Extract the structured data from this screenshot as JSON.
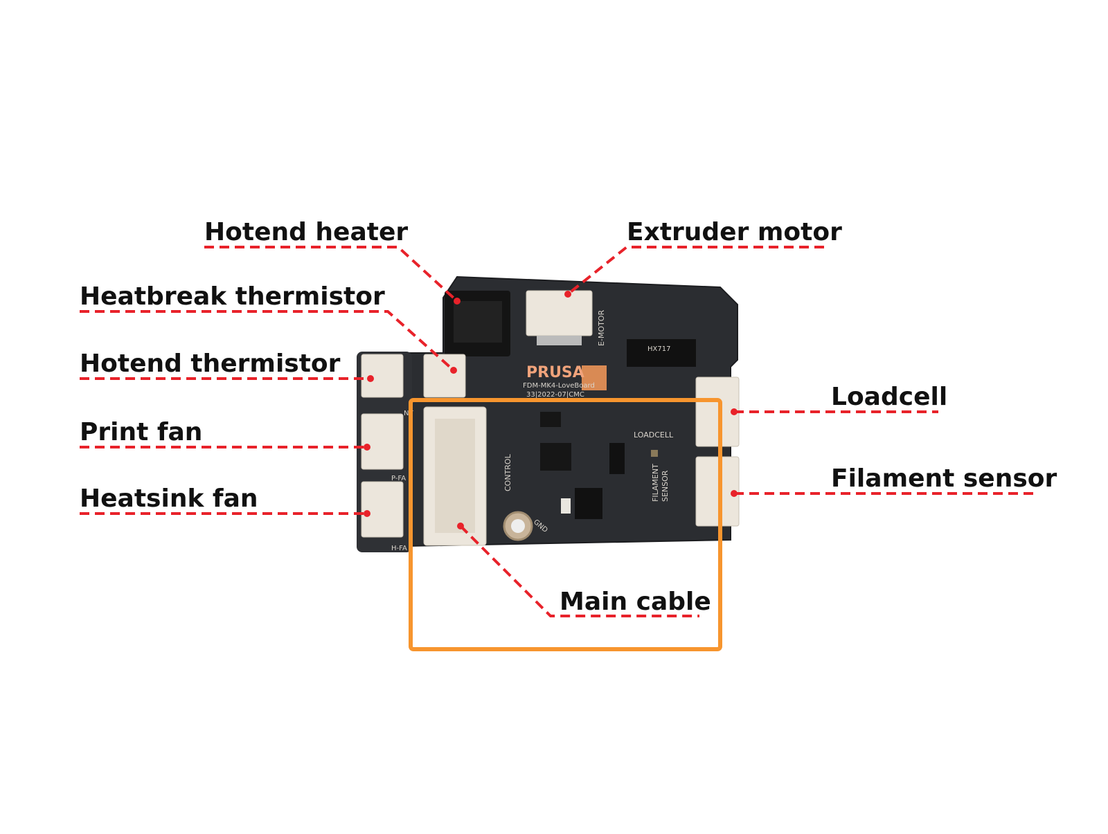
{
  "title": "Prusa MK4 LoveBoard connectors",
  "accent_color": "#e8222a",
  "highlight_color": "#f7952e",
  "labels": {
    "hotend_heater": "Hotend heater",
    "extruder_motor": "Extruder motor",
    "heatbreak_thermistor": "Heatbreak thermistor",
    "hotend_thermistor": "Hotend thermistor",
    "print_fan": "Print fan",
    "heatsink_fan": "Heatsink fan",
    "loadcell": "Loadcell",
    "filament_sensor": "Filament sensor",
    "main_cable": "Main cable"
  },
  "board_silkscreen": {
    "brand": "PRUSA",
    "model": "FDM-MK4-LoveBoard",
    "date": "33|2022-07|CMC",
    "e_motor": "E-MOTOR",
    "loadcell": "LOADCELL",
    "control": "CONTROL",
    "filament_sensor_1": "FILAMENT",
    "filament_sensor_2": "SENSOR",
    "gnd": "GND",
    "chip": "HX717",
    "ntc": "NT",
    "p_fan": "P-FA",
    "h_fan": "H-FA"
  }
}
